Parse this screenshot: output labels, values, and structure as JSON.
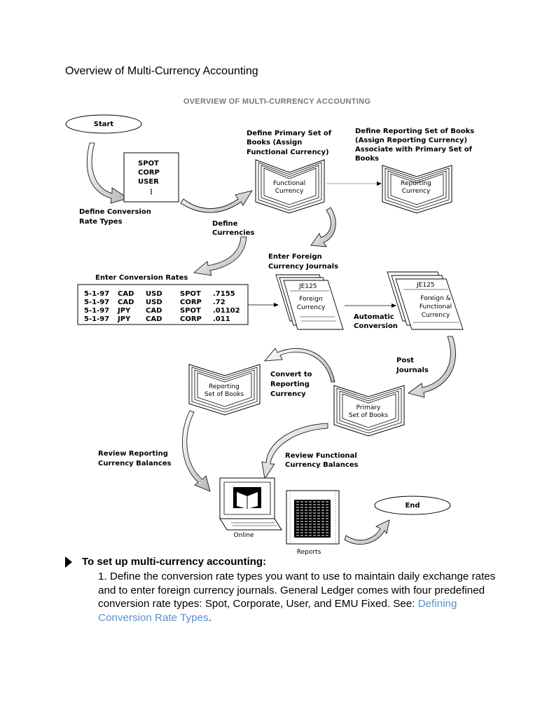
{
  "page_title": "Overview of Multi-Currency Accounting",
  "figure_caption": "OVERVIEW OF MULTI-CURRENCY ACCOUNTING",
  "diagram": {
    "start": "Start",
    "end": "End",
    "rate_types": [
      "SPOT",
      "CORP",
      "USER",
      "⋮"
    ],
    "define_conversion": [
      "Define  Conversion",
      "Rate Types"
    ],
    "define_currencies": [
      "Define",
      "Currencies"
    ],
    "define_primary": [
      "Define  Primary  Set  of",
      "Books  (Assign",
      "Functional  Currency)"
    ],
    "define_reporting": [
      "Define  Reporting  Set of Books",
      "(Assign  Reporting  Currency)",
      "Associate  with  Primary  Set of",
      "Books"
    ],
    "functional_currency": [
      "Functional",
      "Currency"
    ],
    "reporting_currency": [
      "Reporting",
      "Currency"
    ],
    "enter_rates": "Enter  Conversion   Rates",
    "rates": [
      [
        "5-1-97",
        "CAD",
        "USD",
        "SPOT",
        ".7155"
      ],
      [
        "5-1-97",
        "CAD",
        "USD",
        "CORP",
        ".72"
      ],
      [
        "5-1-97",
        "JPY",
        "CAD",
        "SPOT",
        ".01102"
      ],
      [
        "5-1-97",
        "JPY",
        "CAD",
        "CORP",
        ".011"
      ]
    ],
    "enter_foreign": [
      "Enter  Foreign",
      "Currency  Journals"
    ],
    "je_id": "JE125",
    "foreign_currency": [
      "Foreign",
      "Currency"
    ],
    "foreign_functional": [
      "Foreign  &",
      "Functional",
      "Currency"
    ],
    "automatic_conversion": [
      "Automatic",
      "Conversion"
    ],
    "post_journals": [
      "Post",
      "Journals"
    ],
    "convert_to_reporting": [
      "Convert  to",
      "Reporting",
      "Currency"
    ],
    "reporting_sob": [
      "Reporting",
      "Set of Books"
    ],
    "primary_sob": [
      "Primary",
      "Set of Books"
    ],
    "review_reporting": [
      "Review   Reporting",
      "Currency  Balances"
    ],
    "review_functional": [
      "Review   Functional",
      "Currency  Balances"
    ],
    "online": "Online",
    "reports": "Reports"
  },
  "procedure": {
    "title": "To set up multi-currency accounting:",
    "step_text": "1. Define the conversion rate types you want to use to maintain daily exchange rates and to enter foreign currency journals. General Ledger comes with four predefined conversion rate types: Spot, Corporate, User, and EMU Fixed. See: ",
    "link_text": "Defining Conversion Rate Types",
    "tail": "."
  }
}
